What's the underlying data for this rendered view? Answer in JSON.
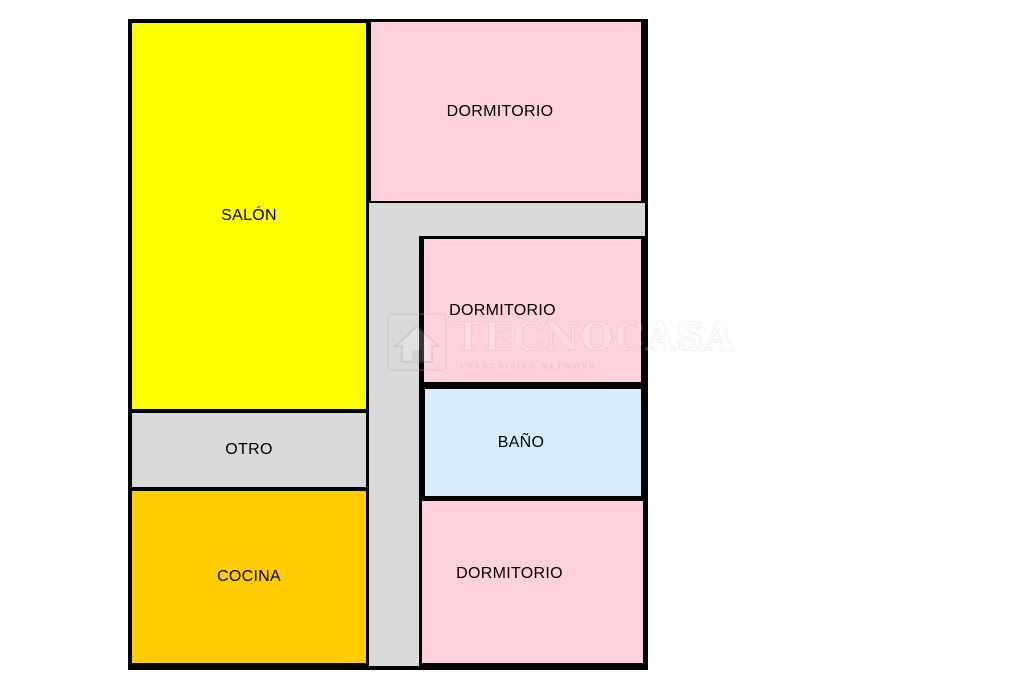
{
  "colors": {
    "walls": "#000000",
    "salon": "#ffff00",
    "otro": "#d9d9d9",
    "cocina": "#ffcc00",
    "dormitorio": "#ffd1dc",
    "bano": "#d7ebfc",
    "pasillo": "#d9d9d9"
  },
  "rooms": {
    "salon": "SALÓN",
    "otro": "OTRO",
    "cocina": "COCINA",
    "dormitorio_1": "DORMITORIO",
    "dormitorio_2": "DORMITORIO",
    "bano": "BAÑO",
    "dormitorio_3": "DORMITORIO"
  },
  "watermark": {
    "brand": "TECNOCASA",
    "tagline": "FRANCHISING NETWORK",
    "icon": "house-logo-icon"
  }
}
